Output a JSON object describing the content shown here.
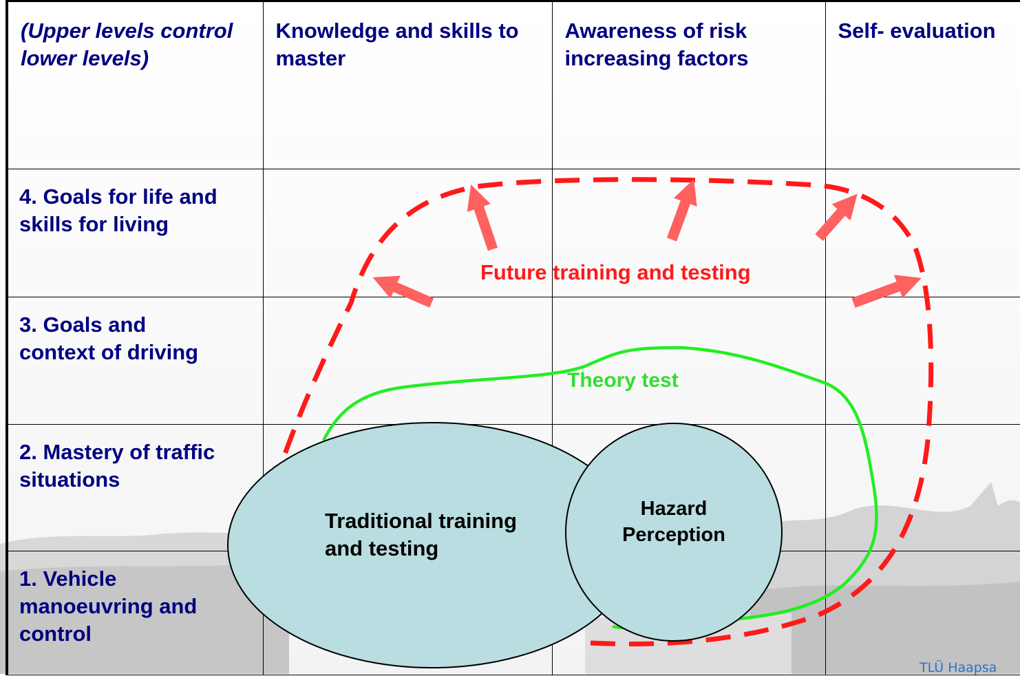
{
  "header": {
    "col0": "(Upper levels control lower levels)",
    "col1": "Knowledge and skills to master",
    "col2": "Awareness of risk increasing factors",
    "col3": "Self- evaluation"
  },
  "rows": [
    {
      "label": "4. Goals for life and skills for living"
    },
    {
      "label": "3. Goals and context of driving"
    },
    {
      "label": "2. Mastery of traffic situations"
    },
    {
      "label": "1. Vehicle manoeuvring and control"
    }
  ],
  "annotations": {
    "future": "Future training and testing",
    "theory": "Theory test",
    "traditional_line1": "Traditional training",
    "traditional_line2": "and testing",
    "hazard_line1": "Hazard",
    "hazard_line2": "Perception"
  },
  "footer": {
    "credit": "TLÜ Haapsa"
  },
  "colors": {
    "heading_text": "#000080",
    "future_dashed": "#ff1a1a",
    "arrows": "#ff6060",
    "theory_outline": "#22ee22",
    "ellipse_fill": "#b9dde0",
    "credit_text": "#2f6fd1"
  }
}
